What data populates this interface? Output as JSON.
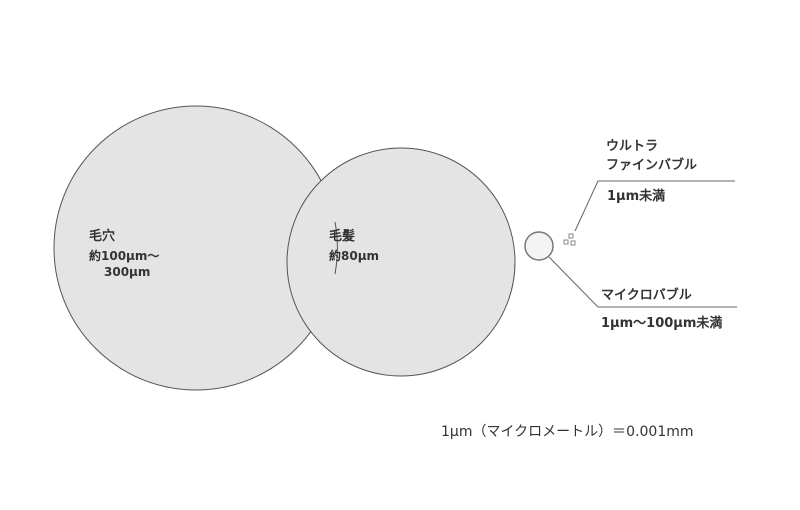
{
  "pore": {
    "title": "毛穴",
    "size_line1": "約100μm～",
    "size_line2": "300μm"
  },
  "hair": {
    "title": "毛髪",
    "size": "約80μm"
  },
  "ultrafine": {
    "title_line1": "ウルトラ",
    "title_line2": "ファインバブル",
    "size": "1μm未満"
  },
  "micro": {
    "title": "マイクロバブル",
    "size": "1μm～100μm未満"
  },
  "note": "1μm（マイクロメートル）＝0.001mm",
  "colors": {
    "circle_fill": "#e4e4e4",
    "stroke": "#555555"
  }
}
